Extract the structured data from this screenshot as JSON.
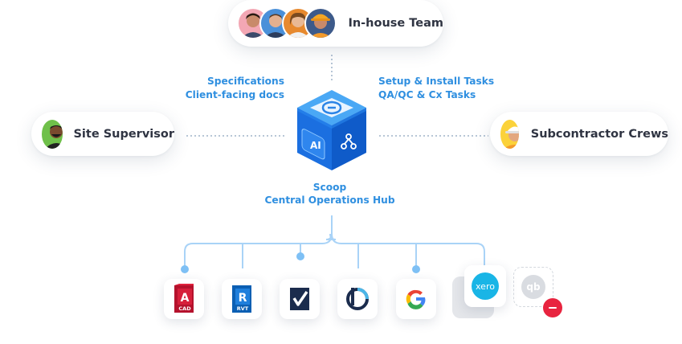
{
  "top_node": {
    "label": "In-house Team"
  },
  "left_node": {
    "label": "Site Supervisor"
  },
  "right_node": {
    "label": "Subcontractor Crews"
  },
  "left_annotation": {
    "line1": "Specifications",
    "line2": "Client-facing docs"
  },
  "right_annotation": {
    "line1": "Setup & Install Tasks",
    "line2": "QA/QC & Cx Tasks"
  },
  "hub": {
    "title": "Scoop",
    "subtitle": "Central Operations Hub",
    "face_text": "AI"
  },
  "integrations": {
    "autocad": {
      "badge": "CAD",
      "letter": "A"
    },
    "revit": {
      "badge": "RVT",
      "letter": "R"
    },
    "xero": {
      "label": "xero"
    },
    "quickbooks": {
      "label": "qb"
    }
  },
  "colors": {
    "accent": "#2f8fe0",
    "connector": "#a9d3f7",
    "remove": "#e8243f"
  }
}
